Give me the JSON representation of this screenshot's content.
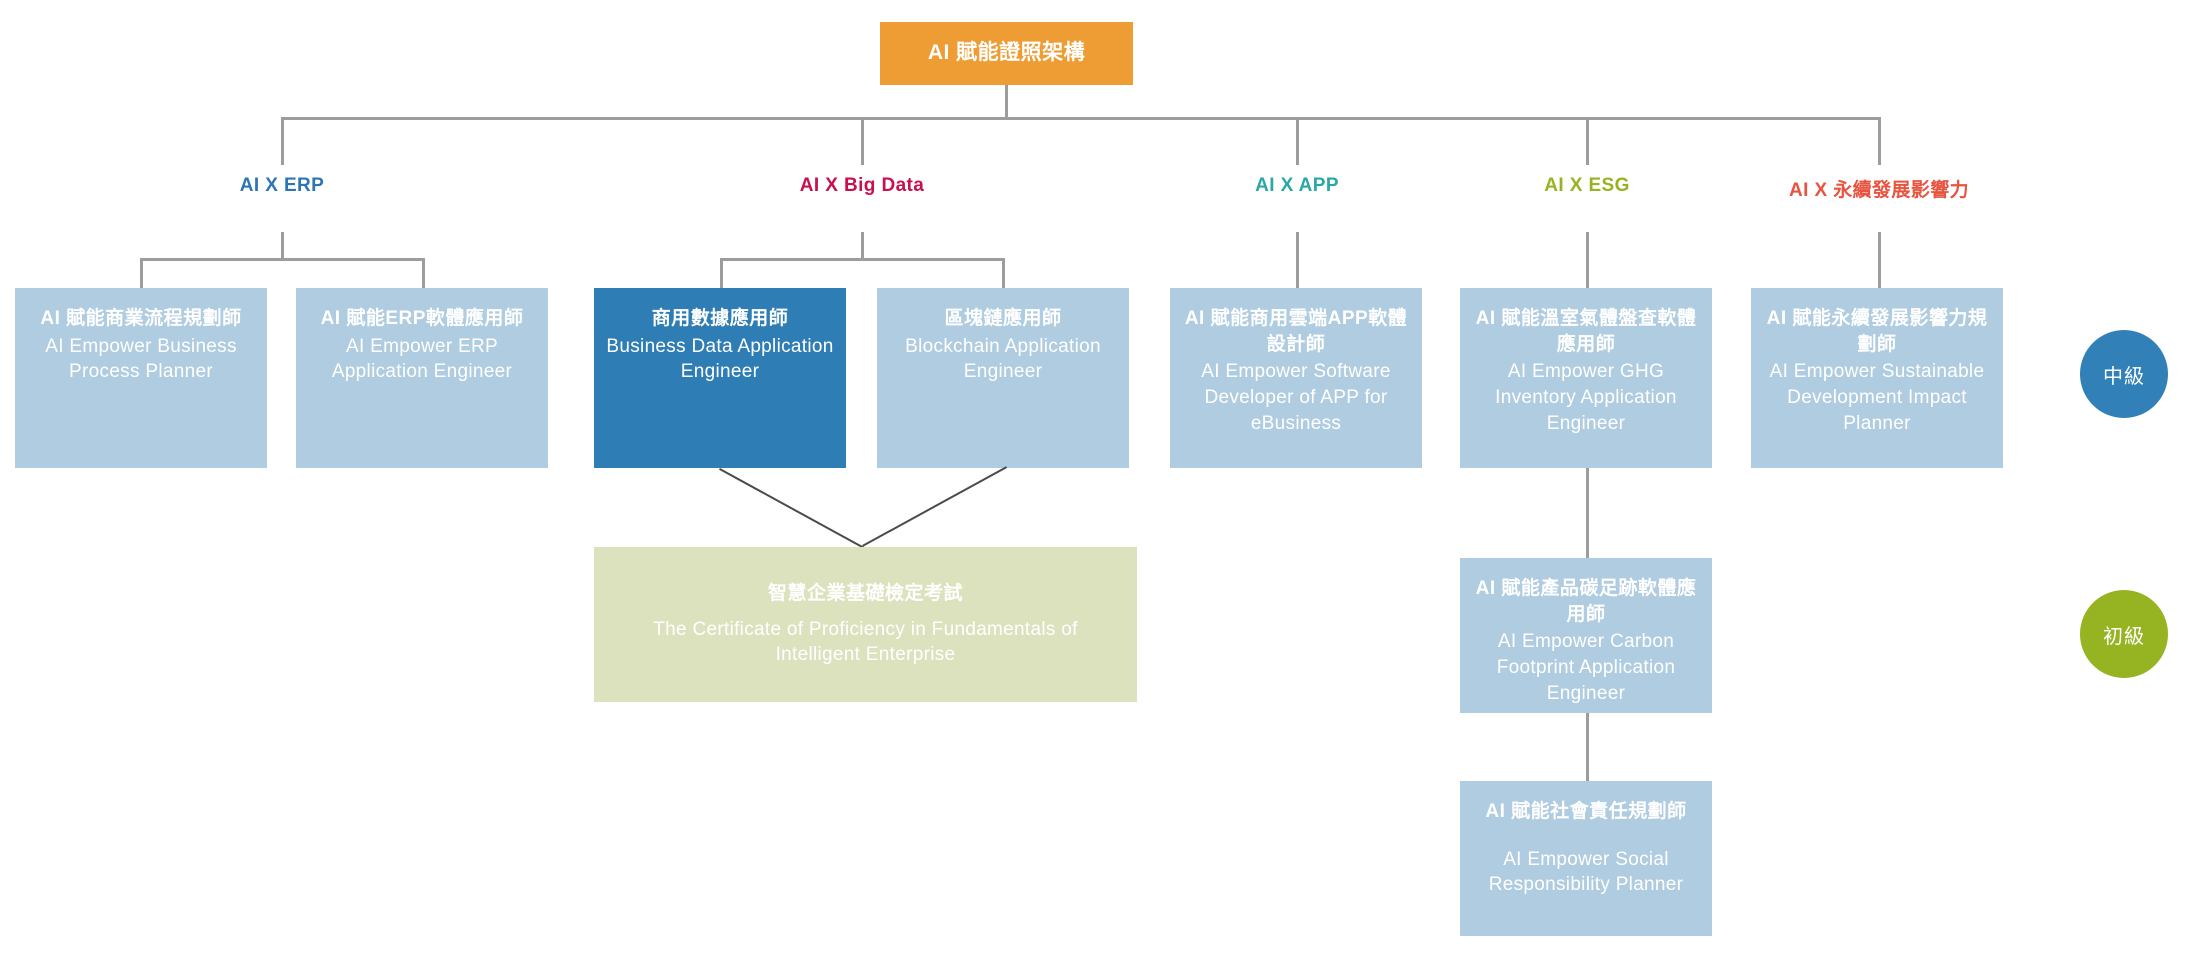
{
  "root": {
    "title": "AI 賦能證照架構",
    "color": "#ED9D33"
  },
  "categories": [
    {
      "label": "AI X ERP",
      "color": "#2E75B6"
    },
    {
      "label": "AI X Big Data",
      "color": "#C8104C"
    },
    {
      "label": "AI X APP",
      "color": "#2AA8A8"
    },
    {
      "label": "AI X ESG",
      "color": "#96B422"
    },
    {
      "label": "AI X 永續發展影響力",
      "color": "#E8543F"
    }
  ],
  "certificates": [
    {
      "zh": "AI 賦能商業流程規劃師",
      "en": "AI Empower Business Process Planner",
      "color": "#AFCCE0",
      "highlighted": false
    },
    {
      "zh": "AI 賦能ERP軟體應用師",
      "en": "AI Empower ERP Application Engineer",
      "color": "#AFCCE0",
      "highlighted": false
    },
    {
      "zh": "商用數據應用師",
      "en": "Business Data Application Engineer",
      "color": "#2E7DB5",
      "highlighted": true
    },
    {
      "zh": "區塊鏈應用師",
      "en": "Blockchain Application Engineer",
      "color": "#AFCCE0",
      "highlighted": false
    },
    {
      "zh": "AI 賦能商用雲端APP軟體設計師",
      "en": "AI Empower Software Developer of APP for eBusiness",
      "color": "#AFCCE0",
      "highlighted": false
    },
    {
      "zh": "AI 賦能溫室氣體盤查軟體應用師",
      "en": "AI Empower GHG Inventory Application Engineer",
      "color": "#AFCCE0",
      "highlighted": false
    },
    {
      "zh": "AI 賦能永續發展影響力規劃師",
      "en": "AI Empower Sustainable Development Impact Planner",
      "color": "#AFCCE0",
      "highlighted": false
    }
  ],
  "esg_chain": [
    {
      "zh": "AI 賦能產品碳足跡軟體應用師",
      "en": "AI Empower Carbon Footprint Application Engineer",
      "color": "#AFCCE0"
    },
    {
      "zh": "AI 賦能社會責任規劃師",
      "en": "AI Empower Social Responsibility Planner",
      "color": "#AFCCE0"
    }
  ],
  "foundation": {
    "zh": "智慧企業基礎檢定考試",
    "en": "The Certificate of Proficiency in Fundamentals of Intelligent Enterprise",
    "color": "#DDE2BE"
  },
  "levels": [
    {
      "label": "中級",
      "color": "#3180B8"
    },
    {
      "label": "初級",
      "color": "#96B422"
    }
  ]
}
